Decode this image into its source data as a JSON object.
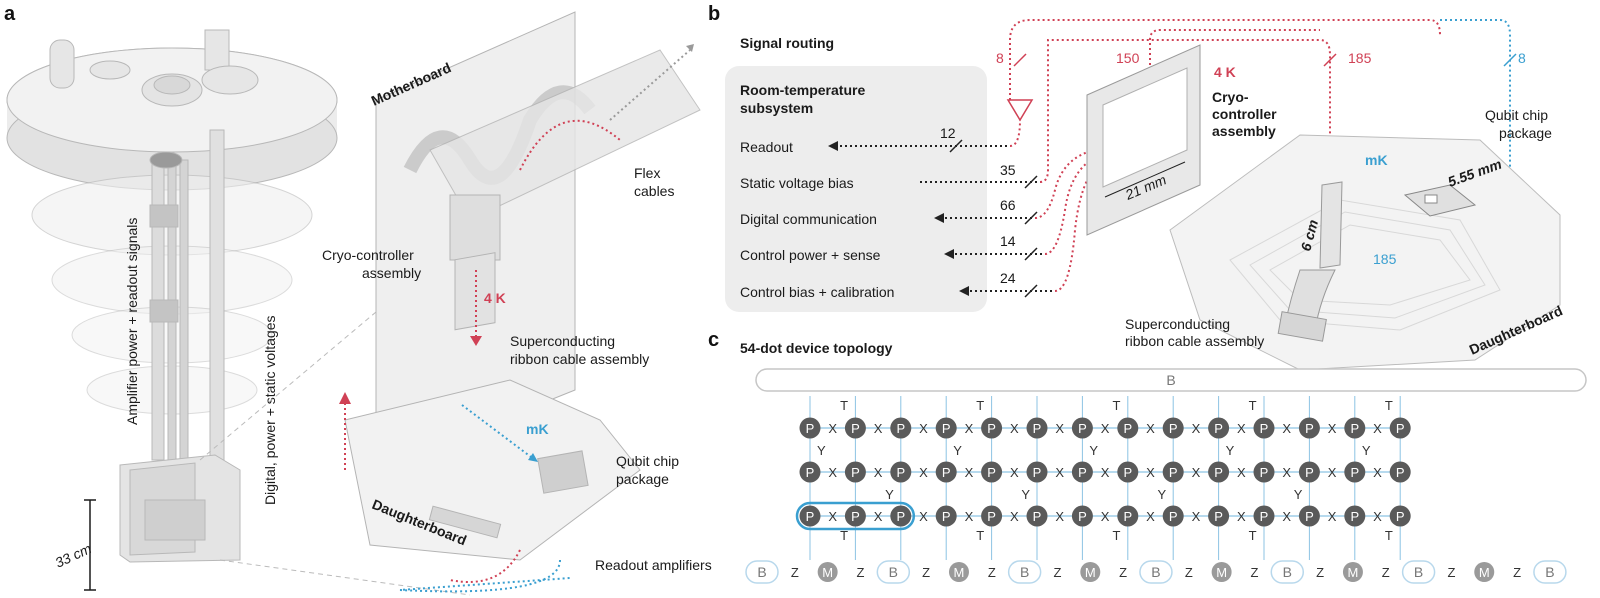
{
  "panels": {
    "a": "a",
    "b": "b",
    "c": "c"
  },
  "panel_a": {
    "fridge_label_1": "Amplifier power + readout signals",
    "fridge_label_2": "Digital, power + static voltages",
    "height_label": "33 cm",
    "motherboard": "Motherboard",
    "flex_cables_1": "Flex",
    "flex_cables_2": "cables",
    "cryo_controller_1": "Cryo-controller",
    "cryo_controller_2": "assembly",
    "temp_4k": "4 K",
    "ribbon_1": "Superconducting",
    "ribbon_2": "ribbon cable assembly",
    "temp_mk": "mK",
    "qubit_pkg_1": "Qubit chip",
    "qubit_pkg_2": "package",
    "daughterboard": "Daughterboard",
    "readout_amps": "Readout amplifiers"
  },
  "panel_b": {
    "title": "Signal routing",
    "rt_title_1": "Room-temperature",
    "rt_title_2": "subsystem",
    "signals": [
      {
        "label": "Readout",
        "count": "12"
      },
      {
        "label": "Static voltage bias",
        "count": "35"
      },
      {
        "label": "Digital communication",
        "count": "66"
      },
      {
        "label": "Control power + sense",
        "count": "14"
      },
      {
        "label": "Control bias + calibration",
        "count": "24"
      }
    ],
    "count_8_red": "8",
    "count_150": "150",
    "count_185_top": "185",
    "count_8_blue": "8",
    "temp_4k": "4 K",
    "cryo_1": "Cryo-",
    "cryo_2": "controller",
    "cryo_3": "assembly",
    "dim_21mm": "21 mm",
    "qubit_pkg_1": "Qubit chip",
    "qubit_pkg_2": "package",
    "temp_mk": "mK",
    "dim_555": "5.55 mm",
    "dim_6cm": "6 cm",
    "count_185_blue": "185",
    "ribbon_1": "Superconducting",
    "ribbon_2": "ribbon cable assembly",
    "daughterboard": "Daughterboard"
  },
  "panel_c": {
    "title": "54-dot device topology",
    "bar_top": "B",
    "rows": [
      [
        "P",
        "X",
        "P",
        "X",
        "P",
        "X",
        "P",
        "X",
        "P",
        "X",
        "P",
        "X",
        "P",
        "X",
        "P",
        "X",
        "P",
        "X",
        "P",
        "X",
        "P",
        "X",
        "P",
        "X",
        "P",
        "X",
        "P"
      ],
      [
        "P",
        "X",
        "P",
        "X",
        "P",
        "X",
        "P",
        "X",
        "P",
        "X",
        "P",
        "X",
        "P",
        "X",
        "P",
        "X",
        "P",
        "X",
        "P",
        "X",
        "P",
        "X",
        "P",
        "X",
        "P",
        "X",
        "P"
      ],
      [
        "P",
        "X",
        "P",
        "X",
        "P",
        "X",
        "P",
        "X",
        "P",
        "X",
        "P",
        "X",
        "P",
        "X",
        "P",
        "X",
        "P",
        "X",
        "P",
        "X",
        "P",
        "X",
        "P",
        "X",
        "P",
        "X",
        "P"
      ]
    ],
    "t_label": "T",
    "y_label": "Y",
    "bottom": [
      "B",
      "Z",
      "M",
      "Z",
      "B",
      "Z",
      "M",
      "Z",
      "B",
      "Z",
      "M",
      "Z",
      "B",
      "Z",
      "M",
      "Z",
      "B",
      "Z",
      "M",
      "Z",
      "B",
      "Z",
      "M",
      "Z",
      "B"
    ]
  },
  "colors": {
    "red": "#d04155",
    "blue": "#3a9fd0",
    "dot": "#5a5a5a",
    "grid": "#8cc3e3"
  }
}
